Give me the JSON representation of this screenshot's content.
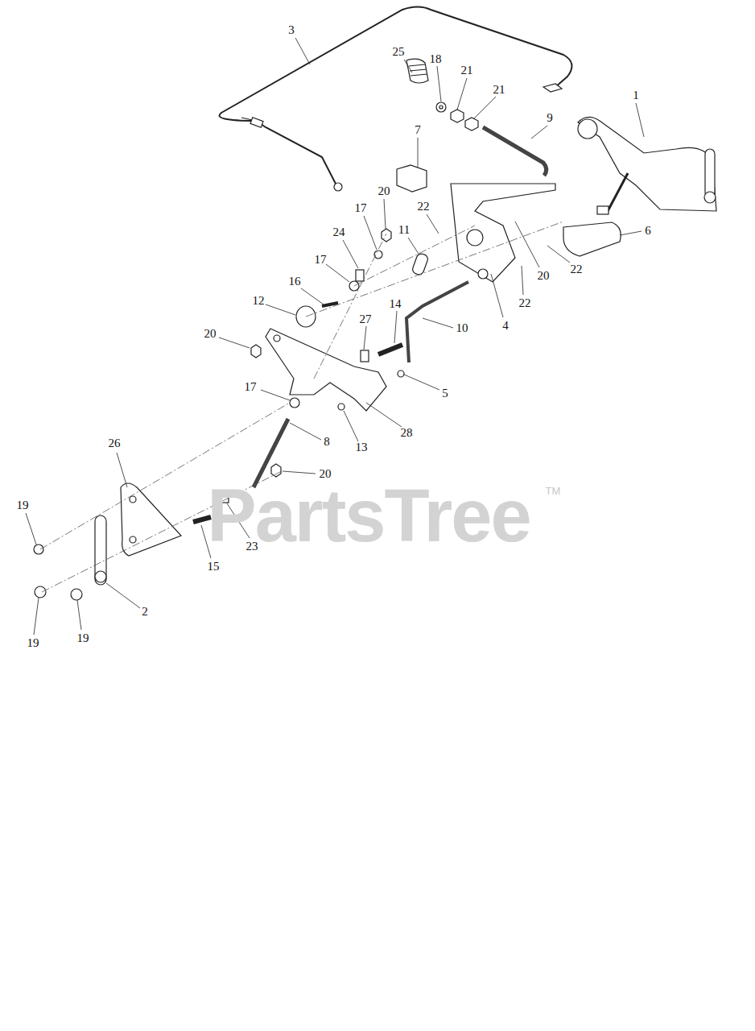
{
  "diagram": {
    "labels": [
      "3",
      "25",
      "18",
      "21",
      "21",
      "1",
      "9",
      "7",
      "20",
      "22",
      "17",
      "24",
      "11",
      "6",
      "17",
      "20",
      "22",
      "16",
      "22",
      "12",
      "14",
      "27",
      "10",
      "4",
      "20",
      "5",
      "17",
      "28",
      "13",
      "8",
      "26",
      "20",
      "19",
      "23",
      "15",
      "2",
      "19",
      "19",
      "PartsTree",
      "TM"
    ]
  }
}
